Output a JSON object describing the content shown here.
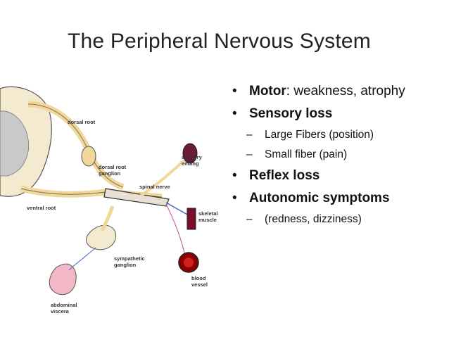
{
  "slide": {
    "title": "The Peripheral Nervous System"
  },
  "diagram": {
    "labels": {
      "dorsal_root": "dorsal root",
      "dorsal_root_ganglion_1": "dorsal root",
      "dorsal_root_ganglion_2": "ganglion",
      "sensory_ending_1": "sensory",
      "sensory_ending_2": "ending",
      "spinal_nerve": "spinal nerve",
      "ventral_root": "ventral root",
      "skeletal_muscle_1": "skeletal",
      "skeletal_muscle_2": "muscle",
      "sympathetic_ganglion_1": "sympathetic",
      "sympathetic_ganglion_2": "ganglion",
      "blood_vessel_1": "blood",
      "blood_vessel_2": "vessel",
      "abdominal_viscera_1": "abdominal",
      "abdominal_viscera_2": "viscera"
    },
    "colors": {
      "spinal_cord": "#f3ead0",
      "gray_matter": "#c9c9c9",
      "nerve": "#f0d79a",
      "nerve_dark": "#333333",
      "muscle": "#7a0f2a",
      "vessel": "#8b0000"
    }
  },
  "bullets": {
    "motor_label": "Motor",
    "motor_text": ": weakness, atrophy",
    "sensory_label": "Sensory loss",
    "sensory_sub1": "Large Fibers (position)",
    "sensory_sub2": "Small fiber (pain)",
    "reflex_label": "Reflex loss",
    "autonomic_label": "Autonomic symptoms",
    "autonomic_sub1": "(redness, dizziness)",
    "bullet_char": "•",
    "dash_char": "–"
  }
}
